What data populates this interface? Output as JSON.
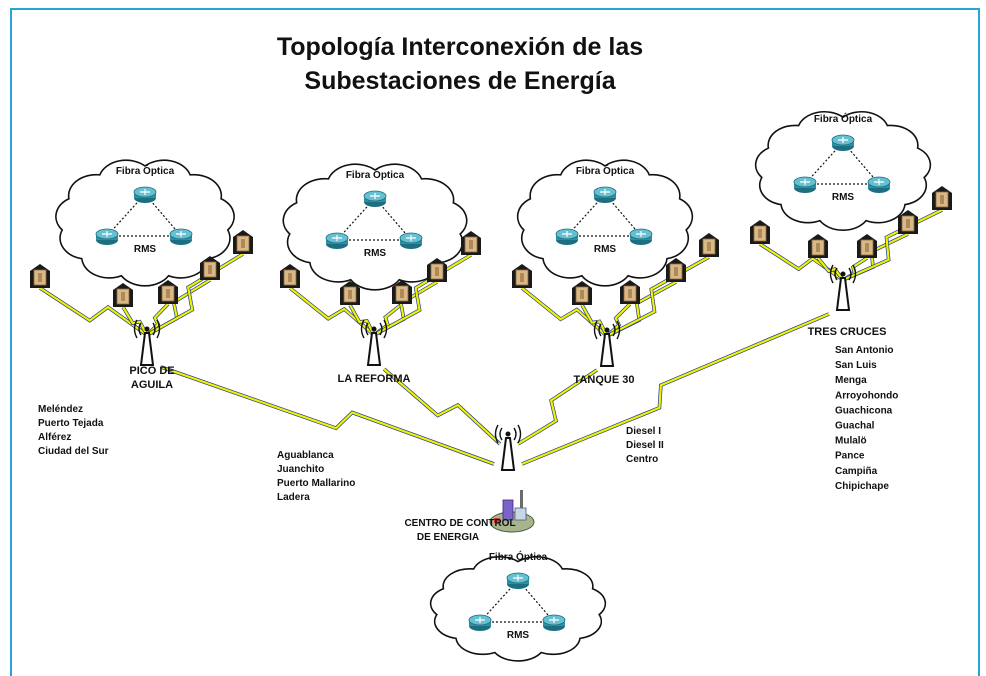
{
  "title": [
    "Topología Interconexión de las",
    "Subestaciones de Energía"
  ],
  "colors": {
    "border": "#2aa3d9",
    "wireless": "#f2f200",
    "link": "#1f3f8f",
    "router": "#2f8fa3"
  },
  "clouds": [
    {
      "fiber_label": "Fibra Óptica",
      "rms_label": "RMS"
    },
    {
      "fiber_label": "Fibra Óptica",
      "rms_label": "RMS"
    },
    {
      "fiber_label": "Fibra Óptica",
      "rms_label": "RMS"
    },
    {
      "fiber_label": "Fibra Óptica",
      "rms_label": "RMS"
    },
    {
      "fiber_label": "Fibra Óptica",
      "rms_label": "RMS"
    }
  ],
  "stations": [
    {
      "name_lines": [
        "PICO DE",
        "AGUILA"
      ]
    },
    {
      "name_lines": [
        "LA REFORMA"
      ]
    },
    {
      "name_lines": [
        "TANQUE 30"
      ]
    },
    {
      "name_lines": [
        "TRES CRUCES"
      ]
    }
  ],
  "control_center": {
    "name_lines": [
      "CENTRO DE CONTROL",
      "DE ENERGIA"
    ]
  },
  "site_lists": {
    "pico": [
      "Meléndez",
      "Puerto Tejada",
      "Alférez",
      "Ciudad del Sur"
    ],
    "reforma": [
      "Aguablanca",
      "Juanchito",
      "Puerto Mallarino",
      "Ladera"
    ],
    "tanque": [
      "Diesel I",
      "Diesel II",
      "Centro"
    ],
    "tres": [
      "San Antonio",
      "San Luis",
      "Menga",
      "Arroyohondo",
      "Guachicona",
      "Guachal",
      "Mulalö",
      "Pance",
      "Campiña",
      "Chipichape"
    ]
  },
  "icons": [
    "cloud-icon",
    "router-icon",
    "antenna-tower-icon",
    "radio-unit-icon",
    "lightning-link-icon",
    "control-center-icon"
  ]
}
